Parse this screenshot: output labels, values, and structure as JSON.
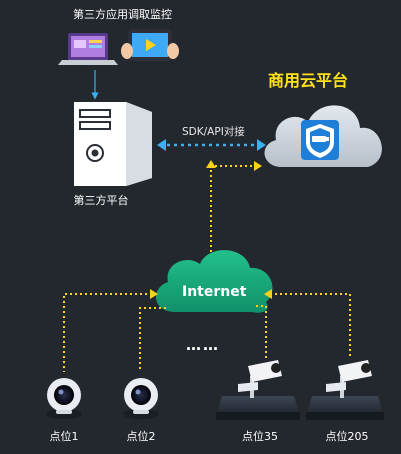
{
  "header": {
    "apps_title": "第三方应用调取监控"
  },
  "third_party": {
    "label": "第三方平台"
  },
  "link": {
    "sdk_label": "SDK/API对接"
  },
  "cloud": {
    "title": "商用云平台"
  },
  "internet": {
    "label": "Internet"
  },
  "more": {
    "dots": "……"
  },
  "devices": {
    "d1": {
      "label": "点位1"
    },
    "d2": {
      "label": "点位2"
    },
    "d35": {
      "label": "点位35"
    },
    "d205": {
      "label": "点位205"
    }
  },
  "colors": {
    "background": "#23272e",
    "accent_yellow": "#ffd21a",
    "accent_blue": "#1fa3e6",
    "cloud_green": "#1aa77a",
    "cloud_gray": "#cfd6de"
  }
}
